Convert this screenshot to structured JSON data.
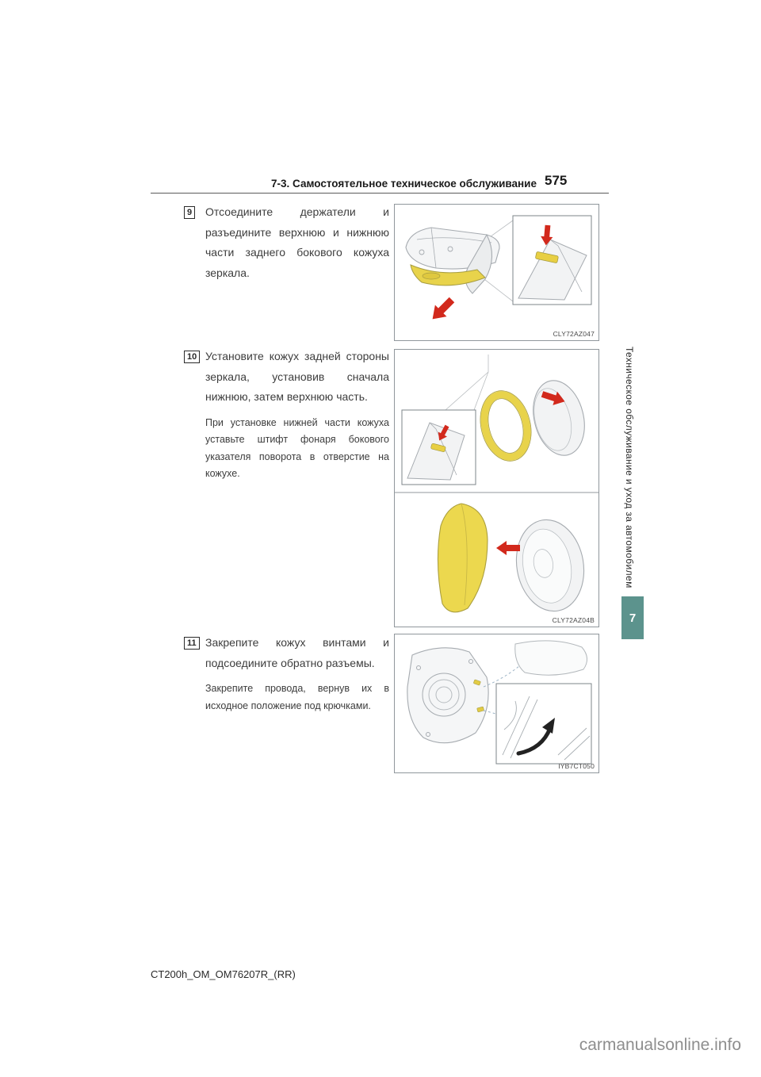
{
  "page": {
    "number": "575",
    "section_header": "7-3. Самостоятельное техническое обслуживание",
    "footer_code": "CT200h_OM_OM76207R_(RR)",
    "watermark": "carmanualsonline.info"
  },
  "sidebar": {
    "tab_number": "7",
    "vertical_text": "Техническое обслуживание и уход за автомобилем"
  },
  "steps": [
    {
      "number": "9",
      "text": "Отсоедините держатели и разъедините верхнюю и нижнюю части заднего бокового кожуха зеркала.",
      "note": ""
    },
    {
      "number": "10",
      "text": "Установите кожух задней стороны зеркала, установив сначала нижнюю, затем верхнюю часть.",
      "note": "При установке нижней части кожуха уставьте штифт фонаря бокового указателя поворота в отверстие на кожухе."
    },
    {
      "number": "11",
      "text": "Закрепите кожух винтами и подсоедините обратно разъемы.",
      "note": "Закрепите провода, вернув их в исходное положение под крючками."
    }
  ],
  "figures": [
    {
      "code": "CLY72AZ047"
    },
    {
      "code": "CLY72AZ04B"
    },
    {
      "code": "IYB7CT050"
    }
  ]
}
